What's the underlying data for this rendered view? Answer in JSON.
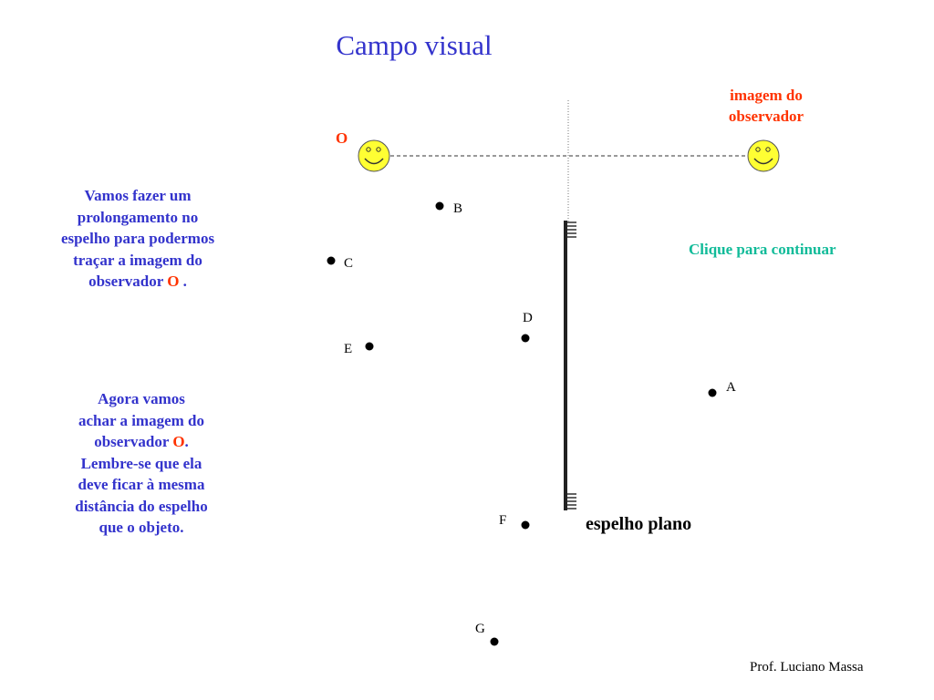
{
  "slide": {
    "title": "Campo visual",
    "author": "Prof. Luciano Massa",
    "continue_link": "Clique para continuar"
  },
  "observer": {
    "label": "O",
    "image_label_line1": "imagem do",
    "image_label_line2": "observador"
  },
  "mirror": {
    "label": "espelho plano"
  },
  "instructions": {
    "first": {
      "line1": "Vamos fazer um",
      "line2": "prolongamento no",
      "line3": "espelho para podermos",
      "line4": "traçar a imagem do",
      "line5_text": "observador ",
      "line5_highlight": "O",
      "line5_end": " ."
    },
    "second": {
      "line1": "Agora vamos",
      "line2": "achar a imagem do",
      "line3_text": "observador ",
      "line3_highlight": "O",
      "line3_end": ".",
      "line4": "Lembre-se que ela",
      "line5": "deve ficar à mesma",
      "line6": "distância do espelho",
      "line7": "que o objeto."
    }
  },
  "points": [
    {
      "name": "A"
    },
    {
      "name": "B"
    },
    {
      "name": "C"
    },
    {
      "name": "D"
    },
    {
      "name": "E"
    },
    {
      "name": "F"
    },
    {
      "name": "G"
    }
  ],
  "colors": {
    "title": "#3333cc",
    "instruction_text": "#3333cc",
    "highlight": "#ff3300",
    "continue_link": "#11bb99",
    "smiley_face": "#ffff33"
  }
}
